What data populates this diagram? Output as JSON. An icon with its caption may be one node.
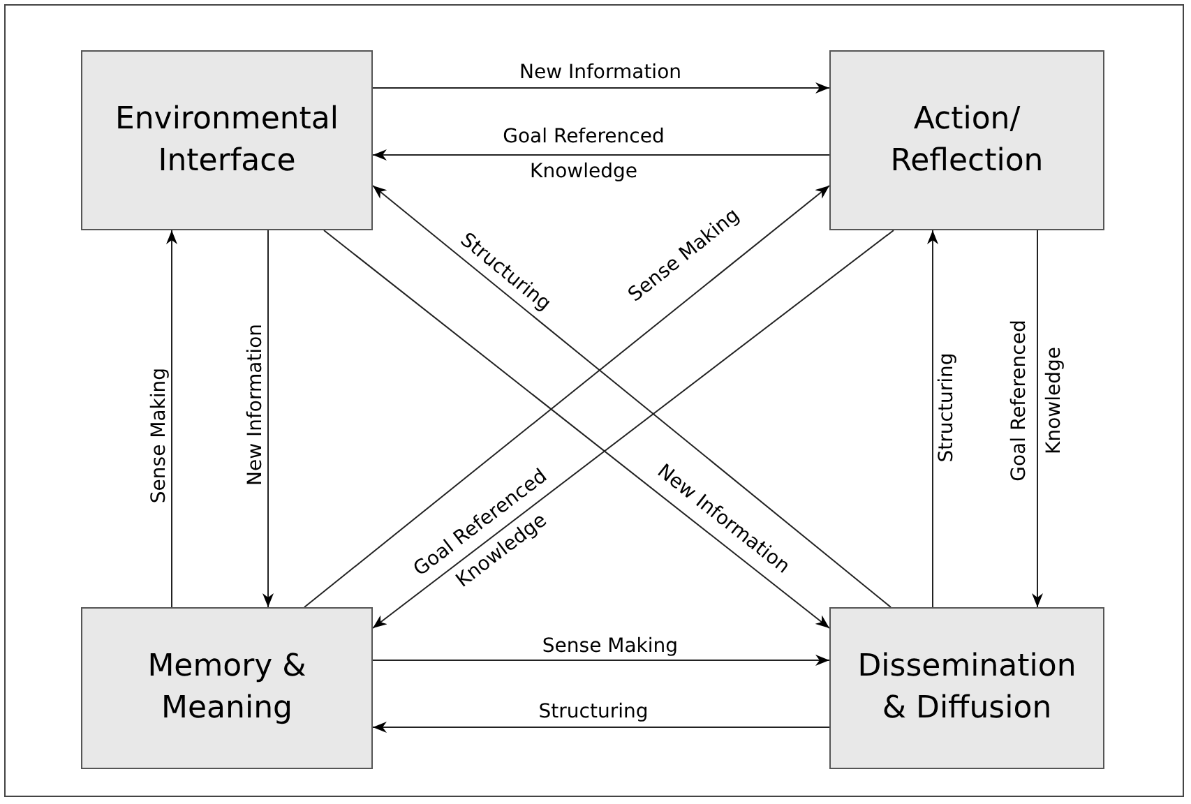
{
  "diagram": {
    "nodes": [
      {
        "text": [
          "Environmental Interface"
        ]
      },
      {
        "text": [
          "Action/ Reflection"
        ]
      },
      {
        "text": [
          "Memory & Meaning"
        ]
      },
      {
        "text": [
          "Dissemination & Diffusion"
        ]
      }
    ],
    "edges": [
      {
        "from": 0,
        "to": 1,
        "arrow": "to",
        "label": "New Information"
      },
      {
        "from": 1,
        "to": 0,
        "arrow": "to",
        "label": "Goal Referenced Knowledge"
      },
      {
        "from": 2,
        "to": 0,
        "arrow": "to",
        "label": "Sense Making"
      },
      {
        "from": 0,
        "to": 2,
        "arrow": "to",
        "label": "New Information"
      },
      {
        "from": 3,
        "to": 1,
        "arrow": "to",
        "label": "Structuring"
      },
      {
        "from": 1,
        "to": 3,
        "arrow": "to",
        "label": "Goal Referenced Knowledge"
      },
      {
        "from": 2,
        "to": 3,
        "arrow": "to",
        "label": "Sense Making"
      },
      {
        "from": 3,
        "to": 2,
        "arrow": "to",
        "label": "Structuring"
      },
      {
        "from": 0,
        "to": 3,
        "arrow": "to",
        "label": "New Information"
      },
      {
        "from": 3,
        "to": 0,
        "arrow": "to",
        "label": "Structuring"
      },
      {
        "from": 2,
        "to": 1,
        "arrow": "to",
        "label": "Sense Making"
      },
      {
        "from": 1,
        "to": 2,
        "arrow": "to",
        "label": "Goal Referenced Knowledge"
      }
    ]
  }
}
